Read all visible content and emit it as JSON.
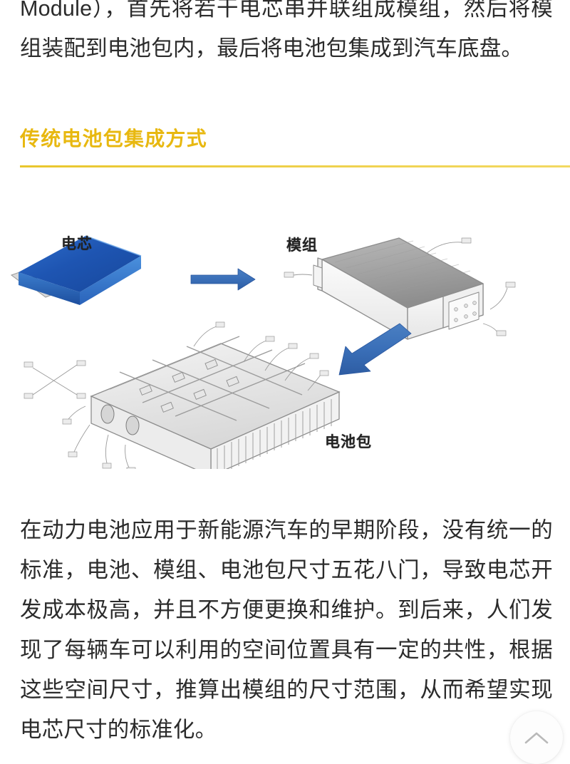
{
  "page": {
    "background_color": "#ffffff",
    "text_color": "#2b2b2b"
  },
  "article": {
    "paragraph_top": "Module），首先将若干电芯串并联组成模组，然后将模组装配到电池包内，最后将电池包集成到汽车底盘。",
    "section_heading": "传统电池包集成方式",
    "heading_color": "#e8b810",
    "rule_color": "#eccb3c",
    "paragraph_bottom": "在动力电池应用于新能源汽车的早期阶段，没有统一的标准，电池、模组、电池包尺寸五花八门，导致电芯开发成本极高，并且不方便更换和维护。到后来，人们发现了每辆车可以利用的空间位置具有一定的共性，根据这些空间尺寸，推算出模组的尺寸范围，从而希望实现电芯尺寸的标准化。"
  },
  "figure": {
    "alt": "传统电池包集成方式示意图：电芯 → 模组 → 电池包",
    "labels": {
      "cell": "电芯",
      "module": "模组",
      "pack": "电池包"
    },
    "arrow_color": "#3a6fb8",
    "arrow_color_dark": "#2f5ea6",
    "cell_color": "#1f56b5",
    "cell_color_light": "#3f86d8",
    "drawing_color": "#8d8d8d"
  },
  "scroll_top_button": {
    "icon": "chevron-up-icon",
    "label": "回到顶部",
    "icon_color": "#b9b9b9",
    "background": "#fdfdfd"
  }
}
